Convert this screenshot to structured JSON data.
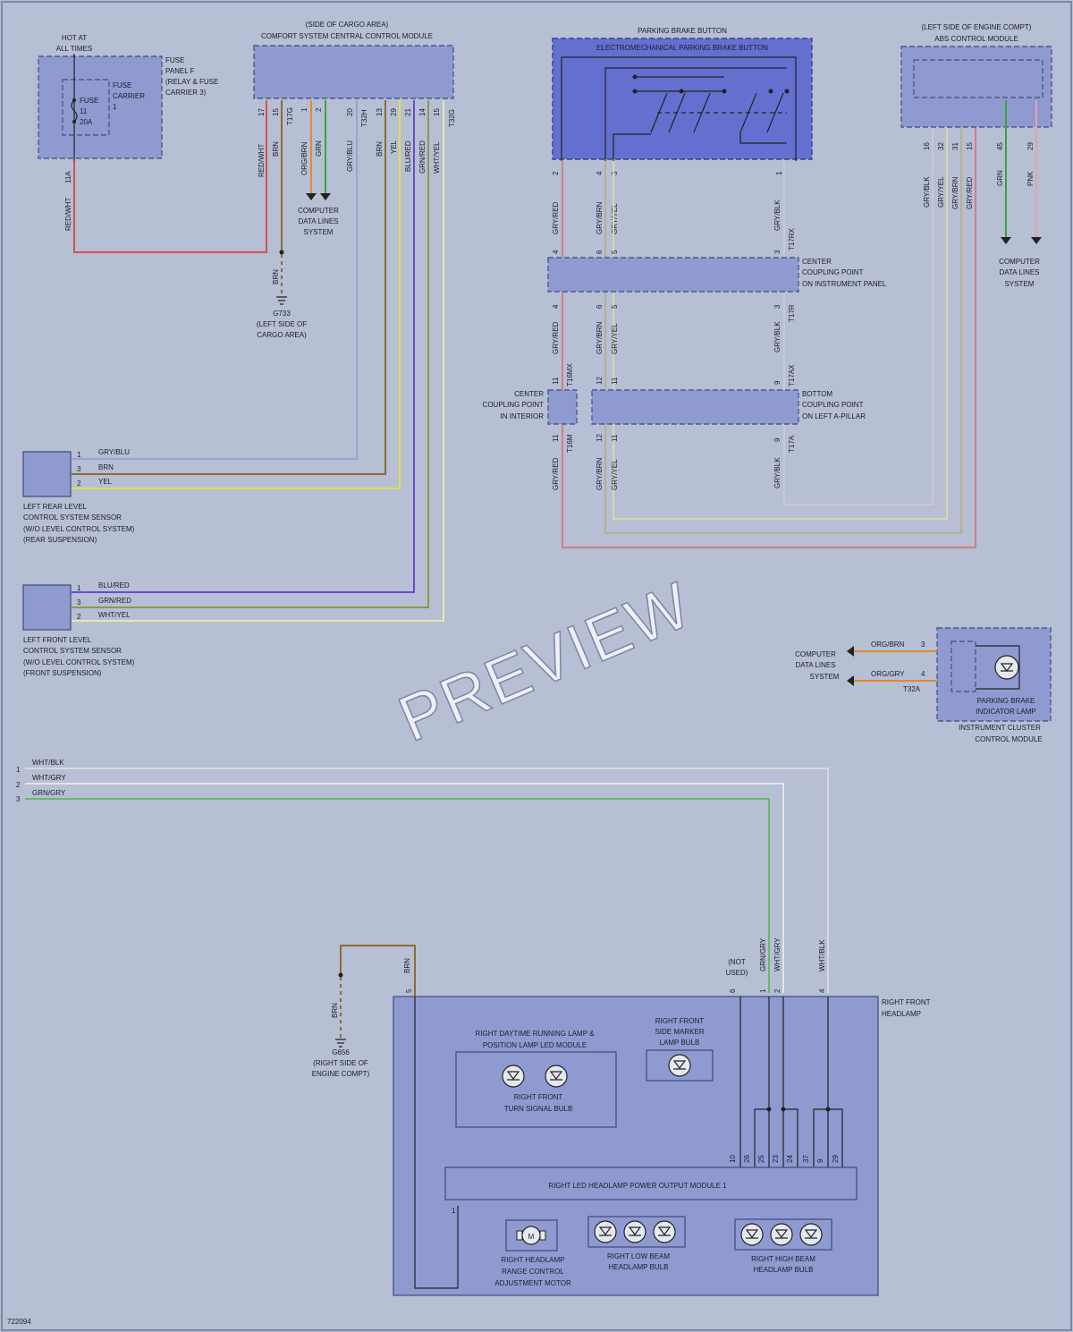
{
  "diagram_id": "722094",
  "watermark": "PREVIEW",
  "fuse_panel": {
    "hot_label": [
      "HOT AT",
      "ALL TIMES"
    ],
    "panel_label": [
      "FUSE",
      "PANEL F",
      "(RELAY & FUSE",
      "CARRIER 3)"
    ],
    "carrier_label": [
      "FUSE",
      "CARRIER",
      "1"
    ],
    "fuse_label": [
      "FUSE",
      "11",
      "20A"
    ],
    "pin": "11A",
    "wire": "RED/WHT"
  },
  "comfort_module": {
    "label": [
      "(SIDE OF CARGO AREA)",
      "COMFORT SYSTEM CENTRAL CONTROL MODULE"
    ],
    "pins": [
      "17",
      "15",
      "T17G",
      "1",
      "2",
      "20",
      "T32H",
      "13",
      "29",
      "21",
      "14",
      "15",
      "T32G"
    ],
    "wires": [
      "RED/WHT",
      "BRN",
      "ORG/BRN",
      "GRN",
      "GRY/BLU",
      "BRN",
      "YEL",
      "BLU/RED",
      "GRN/RED",
      "WHT/YEL"
    ]
  },
  "computer_data_lines": [
    "COMPUTER",
    "DATA LINES",
    "SYSTEM"
  ],
  "ground_g733": {
    "wire": "BRN",
    "label": [
      "G733",
      "(LEFT SIDE OF",
      "CARGO AREA)"
    ]
  },
  "parking_brake": {
    "title": "PARKING BRAKE BUTTON",
    "inner": "ELECTROMECHANICAL PARKING BRAKE BUTTON",
    "pins_top": [
      "2",
      "4",
      "3",
      "1"
    ],
    "wires": [
      "GRY/RED",
      "GRY/BRN",
      "GRY/YEL",
      "GRY/BLK"
    ],
    "conn_t17rx": "T17RX",
    "conn_t17r": "T17R",
    "conn_t17ax": "T17AX",
    "conn_t17a": "T17A",
    "conn_t16mx": "T16MX",
    "conn_t16m": "T16M",
    "pins_c1": [
      "4",
      "6",
      "5",
      "3"
    ],
    "pins_c2": [
      "11",
      "12",
      "11",
      "9"
    ],
    "center_coupling_panel": [
      "CENTER",
      "COUPLING POINT",
      "ON INSTRUMENT PANEL"
    ],
    "center_coupling_interior": [
      "CENTER",
      "COUPLING POINT",
      "IN INTERIOR"
    ],
    "bottom_coupling": [
      "BOTTOM",
      "COUPLING POINT",
      "ON LEFT A-PILLAR"
    ]
  },
  "abs_module": {
    "label": [
      "(LEFT SIDE OF ENGINE COMPT)",
      "ABS CONTROL MODULE"
    ],
    "pins": [
      "16",
      "32",
      "31",
      "15",
      "45",
      "29"
    ],
    "wires": [
      "GRY/BLK",
      "GRY/YEL",
      "GRY/BRN",
      "GRY/RED",
      "GRN",
      "PNK"
    ]
  },
  "rear_sensor": {
    "pins": [
      "1",
      "3",
      "2"
    ],
    "wires": [
      "GRY/BLU",
      "BRN",
      "YEL"
    ],
    "label": [
      "LEFT REAR LEVEL",
      "CONTROL SYSTEM SENSOR",
      "(W/O LEVEL CONTROL SYSTEM)",
      "(REAR SUSPENSION)"
    ]
  },
  "front_sensor": {
    "pins": [
      "1",
      "3",
      "2"
    ],
    "wires": [
      "BLU/RED",
      "GRN/RED",
      "WHT/YEL"
    ],
    "label": [
      "LEFT FRONT LEVEL",
      "CONTROL SYSTEM SENSOR",
      "(W/O LEVEL CONTROL SYSTEM)",
      "(FRONT SUSPENSION)"
    ]
  },
  "instrument_cluster": {
    "wires": [
      "ORG/BRN",
      "ORG/GRY"
    ],
    "pins": [
      "3",
      "4"
    ],
    "conn": "T32A",
    "lamp_label": [
      "PARKING BRAKE",
      "INDICATOR LAMP"
    ],
    "module_label": [
      "INSTRUMENT CLUSTER",
      "CONTROL MODULE"
    ]
  },
  "left_lines": {
    "numbers": [
      "1",
      "2",
      "3"
    ],
    "wires": [
      "WHT/BLK",
      "WHT/GRY",
      "GRN/GRY"
    ]
  },
  "headlamp": {
    "label": [
      "RIGHT FRONT",
      "HEADLAMP"
    ],
    "not_used": [
      "(NOT",
      "USED)"
    ],
    "top_pins": [
      "5",
      "6",
      "1",
      "2",
      "4"
    ],
    "top_wires": [
      "BRN",
      "GRN/GRY",
      "WHT/GRY",
      "WHT/BLK"
    ],
    "drl_label": [
      "RIGHT DAYTIME RUNNING LAMP &",
      "POSITION LAMP LED MODULE"
    ],
    "turn_label": [
      "RIGHT FRONT",
      "TURN SIGNAL BULB"
    ],
    "side_marker_label": [
      "RIGHT FRONT",
      "SIDE MARKER",
      "LAMP BULB"
    ],
    "power_module": "RIGHT LED HEADLAMP POWER OUTPUT MODULE 1",
    "module_pins": [
      "10",
      "26",
      "25",
      "23",
      "24",
      "37",
      "9",
      "29"
    ],
    "module_pin_left": "1",
    "motor_label": [
      "RIGHT HEADLAMP",
      "RANGE CONTROL",
      "ADJUSTMENT MOTOR"
    ],
    "low_beam_label": [
      "RIGHT LOW BEAM",
      "HEADLAMP BULB"
    ],
    "high_beam_label": [
      "RIGHT HIGH BEAM",
      "HEADLAMP BULB"
    ]
  },
  "ground_g656": {
    "wire": "BRN",
    "label": [
      "G656",
      "(RIGHT SIDE OF",
      "ENGINE COMPT)"
    ]
  }
}
